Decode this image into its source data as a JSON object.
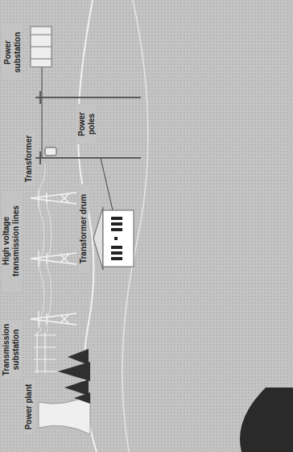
{
  "diagram": {
    "labels": [
      "Power substation",
      "Transformer",
      "Power poles",
      "High voltage transmission lines",
      "Transformer drum",
      "Transmission substation",
      "Power plant"
    ]
  }
}
